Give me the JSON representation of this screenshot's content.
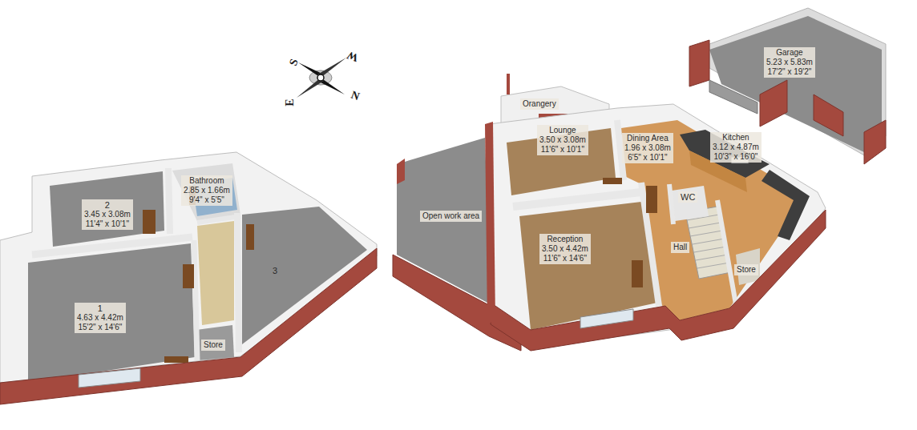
{
  "diagram": {
    "nodes": [
      {
        "text": [
          "2",
          "3.45 x 3.08m",
          "11'4\" x 10'1\""
        ]
      },
      {
        "text": [
          "Bathroom",
          "2.85 x 1.66m",
          "9'4\" x 5'5\""
        ]
      },
      {
        "text": [
          "1",
          "4.63 x 4.42m",
          "15'2\" x 14'6\""
        ]
      },
      {
        "text": [
          "Store"
        ]
      },
      {
        "text": [
          "3"
        ]
      },
      {
        "text": [
          "Open work area"
        ]
      },
      {
        "text": [
          "Orangery"
        ]
      },
      {
        "text": [
          "Lounge",
          "3.50 x 3.08m",
          "11'6\" x 10'1\""
        ]
      },
      {
        "text": [
          "Dining Area",
          "1.96 x 3.08m",
          "6'5\" x 10'1\""
        ]
      },
      {
        "text": [
          "Kitchen",
          "3.12 x 4.87m",
          "10'3\" x 16'0\""
        ]
      },
      {
        "text": [
          "WC"
        ]
      },
      {
        "text": [
          "Reception",
          "3.50 x 4.42m",
          "11'6\" x 14'6\""
        ]
      },
      {
        "text": [
          "Hall"
        ]
      },
      {
        "text": [
          "Store"
        ]
      },
      {
        "text": [
          "Garage",
          "5.23 x 5.83m",
          "17'2\" x 19'2\""
        ]
      }
    ],
    "labels": [
      "S",
      "W",
      "E",
      "N"
    ]
  }
}
